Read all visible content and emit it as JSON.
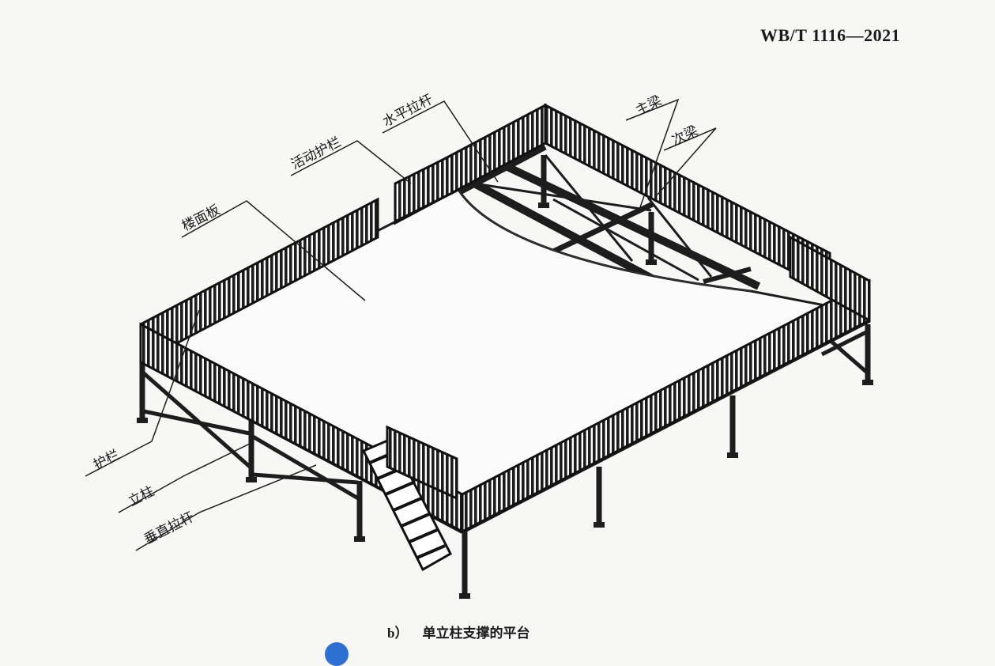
{
  "standard_code": "WB/T 1116—2021",
  "caption": {
    "prefix": "b）",
    "text": "单立柱支撑的平台"
  },
  "labels": {
    "floor_panel": "楼面板",
    "movable_guardrail": "活动护栏",
    "horizontal_tie_rod": "水平拉杆",
    "main_beam": "主梁",
    "secondary_beam": "次梁",
    "guardrail": "护栏",
    "column": "立柱",
    "vertical_tie_rod": "垂直拉杆"
  }
}
